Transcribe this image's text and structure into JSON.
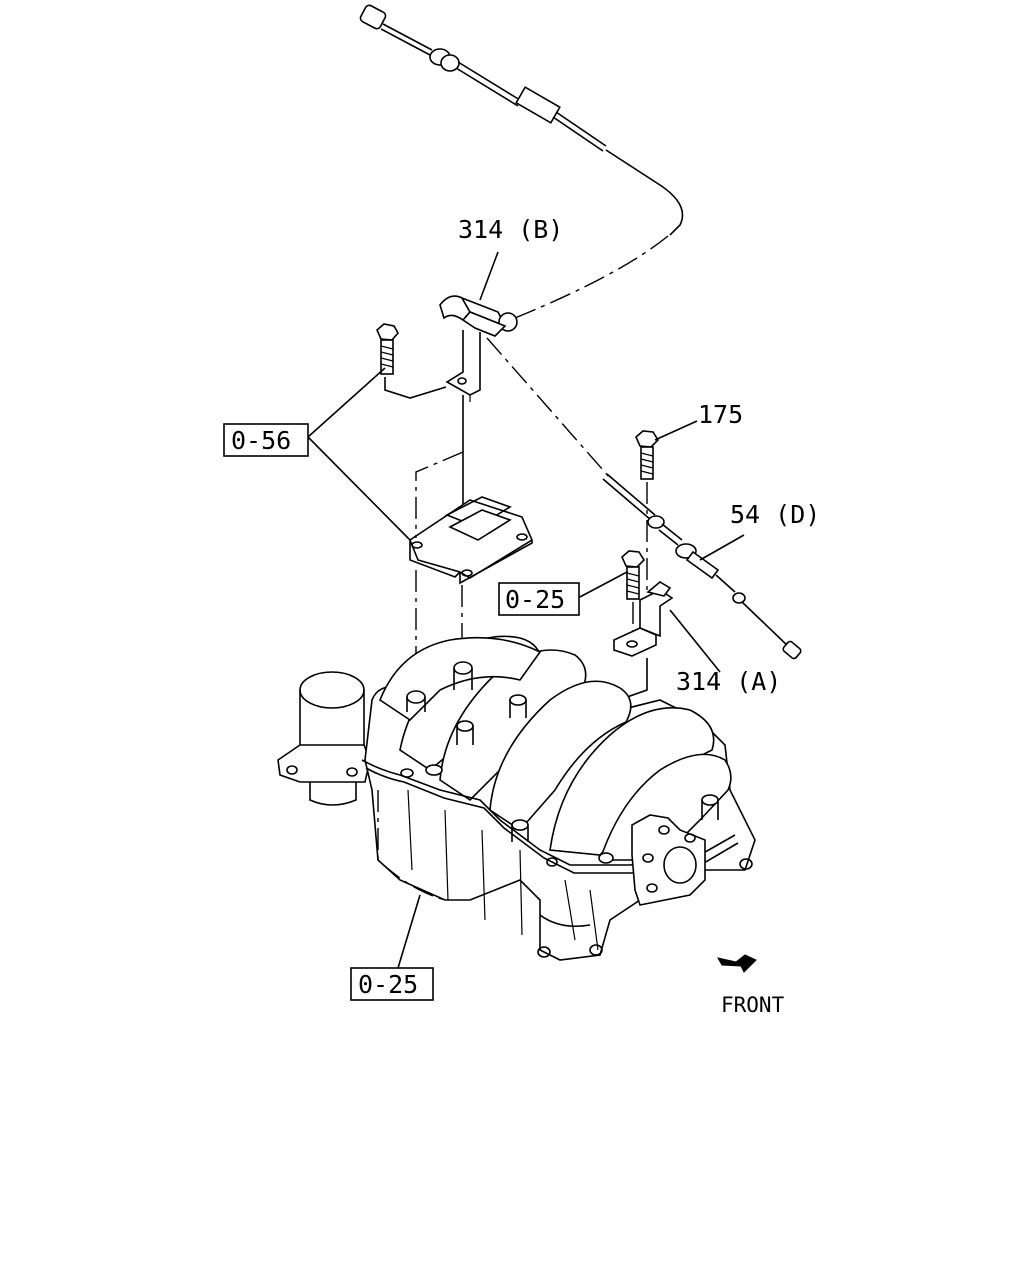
{
  "labels": {
    "p314b": "314 (B)",
    "p175": "175",
    "p54d": "54 (D)",
    "p314a": "314 (A)",
    "ref056": "0-56",
    "ref025_mid": "0-25",
    "ref025_bottom": "0-25",
    "front": "FRONT"
  },
  "colors": {
    "ink": "#000000",
    "paper": "#ffffff"
  },
  "icons": {
    "front_arrow": "front-direction-arrow-icon"
  }
}
